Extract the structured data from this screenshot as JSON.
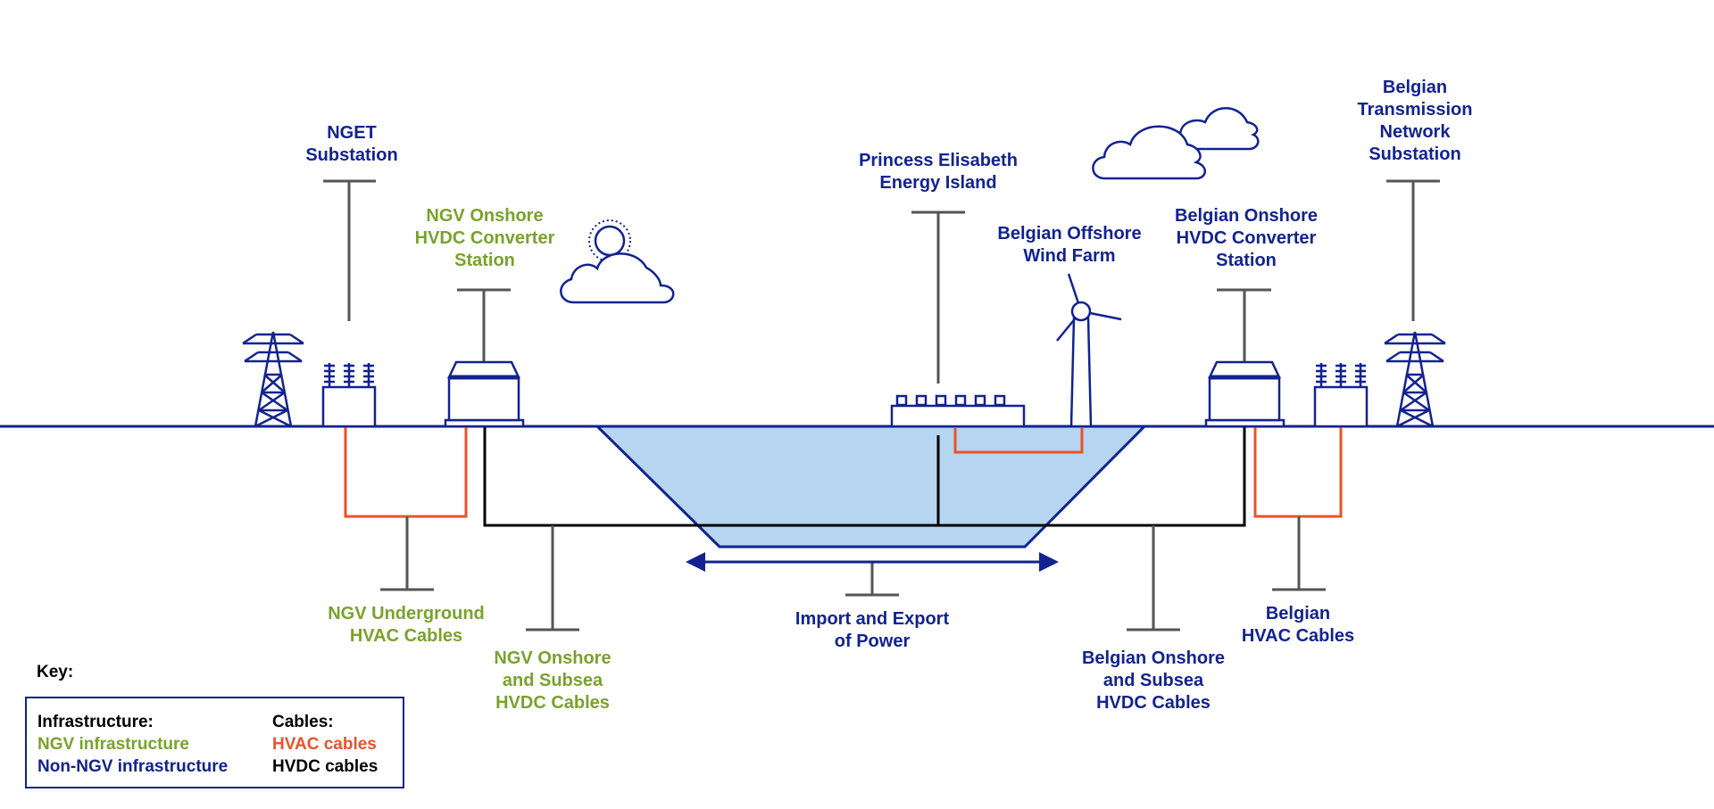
{
  "labels": {
    "nget_substation": [
      "NGET",
      "Substation"
    ],
    "ngv_onshore_converter": [
      "NGV Onshore",
      "HVDC Converter",
      "Station"
    ],
    "princess_elisabeth": [
      "Princess Elisabeth",
      "Energy Island"
    ],
    "belgian_offshore_wind": [
      "Belgian Offshore",
      "Wind Farm"
    ],
    "belgian_onshore_converter": [
      "Belgian Onshore",
      "HVDC Converter",
      "Station"
    ],
    "belgian_tn_substation": [
      "Belgian",
      "Transmission",
      "Network",
      "Substation"
    ],
    "ngv_underground_hvac": [
      "NGV Underground",
      "HVAC Cables"
    ],
    "ngv_onshore_subsea_hvdc": [
      "NGV Onshore",
      "and Subsea",
      "HVDC Cables"
    ],
    "import_export": [
      "Import and Export",
      "of Power"
    ],
    "belgian_onshore_subsea_hvdc": [
      "Belgian Onshore",
      "and Subsea",
      "HVDC Cables"
    ],
    "belgian_hvac": [
      "Belgian",
      "HVAC Cables"
    ]
  },
  "key": {
    "title": "Key:",
    "infrastructure_heading": "Infrastructure:",
    "ngv_infrastructure": "NGV infrastructure",
    "non_ngv_infrastructure": "Non-NGV infrastructure",
    "cables_heading": "Cables:",
    "hvac_cables": "HVAC cables",
    "hvdc_cables": "HVDC cables"
  },
  "colors": {
    "ngv_green": "#79a22c",
    "non_ngv_navy": "#12238f",
    "hvac_orange": "#e8532b",
    "hvdc_black": "#000000",
    "sea_blue": "#b5d5f0",
    "leader_grey": "#555555"
  }
}
